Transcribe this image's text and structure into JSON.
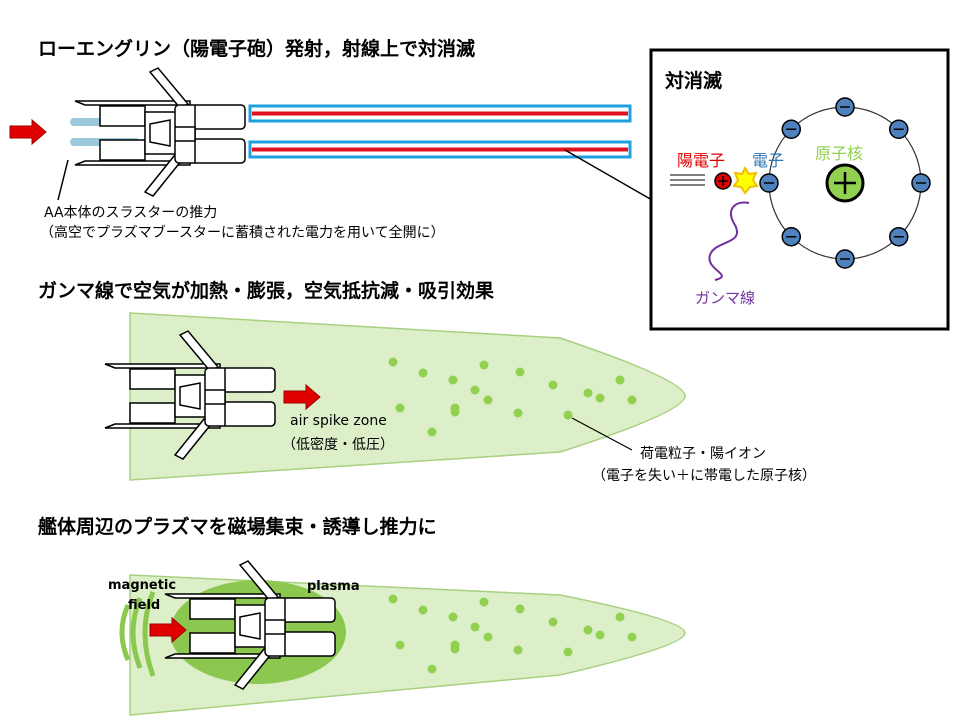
{
  "section1": {
    "title": "ローエングリン（陽電子砲）発射，射線上で対消滅",
    "thruster_label_line1": "AA本体のスラスターの推力",
    "thruster_label_line2": "（高空でプラズマブースターに蓄積された電力を用いて全開に）"
  },
  "annihilation_box": {
    "title": "対消滅",
    "positron_label": "陽電子",
    "electron_label": "電子",
    "nucleus_label": "原子核",
    "gamma_label": "ガンマ線"
  },
  "section2": {
    "title": "ガンマ線で空気が加熱・膨張，空気抵抗減・吸引効果",
    "zone_label": "air  spike zone",
    "zone_sub": "（低密度・低圧）",
    "ion_label_line1": "荷電粒子・陽イオン",
    "ion_label_line2": "（電子を失い＋に帯電した原子核）"
  },
  "section3": {
    "title": "艦体周辺のプラズマを磁場集束・誘導し推力に",
    "magnetic_label_line1": "magnetic",
    "magnetic_label_line2": "field",
    "plasma_label": "plasma"
  },
  "colors": {
    "arrow": "#e00000",
    "beam_outer": "#1ea0e0",
    "beam_inner": "#e01020",
    "cone": "#dcefc8",
    "dots": "#92d050",
    "plasma": "#8cc850",
    "electron": "#4f81bd",
    "gamma": "#7030a0"
  }
}
